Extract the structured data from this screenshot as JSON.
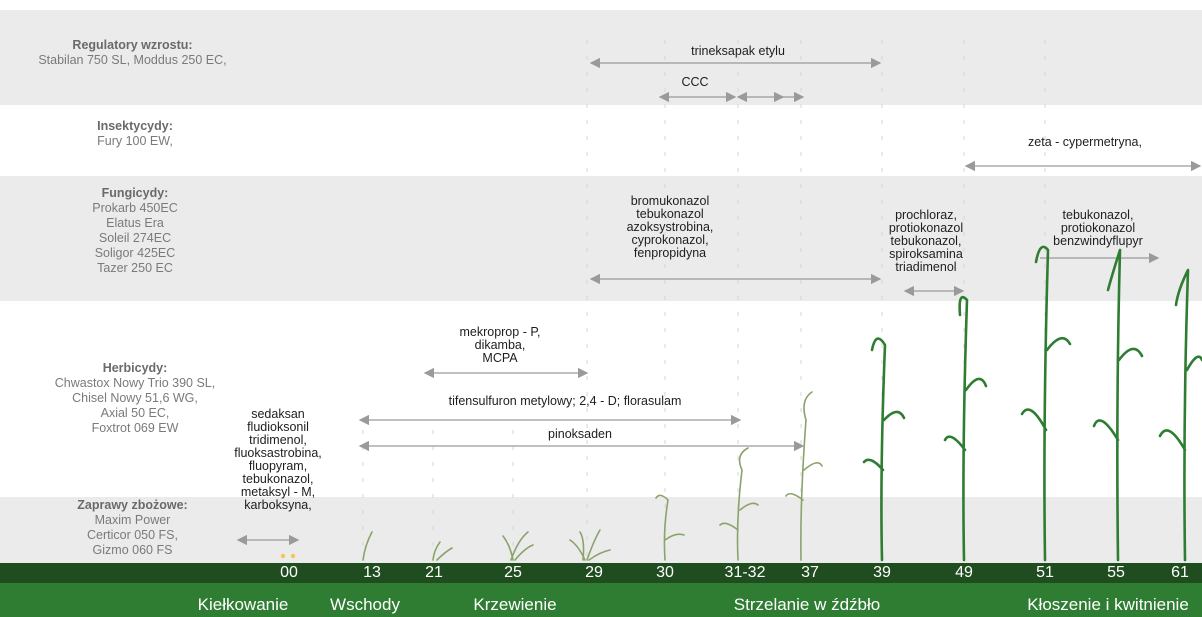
{
  "rows": {
    "growth_regulators": {
      "title": "Regulatory wzrostu:",
      "products": [
        "Stabilan 750 SL, Moddus 250 EC,"
      ]
    },
    "insecticides": {
      "title": "Insektycydy:",
      "products": [
        "Fury 100 EW,"
      ]
    },
    "fungicides": {
      "title": "Fungicydy:",
      "products": [
        "Prokarb 450EC",
        "Elatus Era",
        "Soleil 274EC",
        "Soligor 425EC",
        "Tazer 250 EC"
      ]
    },
    "herbicides": {
      "title": "Herbicydy:",
      "products": [
        "Chwastox Nowy Trio 390 SL,",
        "Chisel Nowy 51,6 WG,",
        "Axial 50 EC,",
        "Foxtrot 069 EW"
      ]
    },
    "seed_treatments": {
      "title": "Zaprawy zbożowe:",
      "products": [
        "Maxim Power",
        "Certicor 050 FS,",
        "Gizmo 060 FS"
      ]
    }
  },
  "notes": {
    "trineksapak": "trineksapak etylu",
    "ccc": "CCC",
    "zeta": "zeta - cypermetryna,",
    "fung1": [
      "bromukonazol",
      "tebukonazol",
      "azoksystrobina,",
      "cyprokonazol,",
      "fenpropidyna"
    ],
    "fung2": [
      "prochloraz,",
      "protiokonazol",
      "tebukonazol,",
      "spiroksamina",
      "triadimenol"
    ],
    "fung3": [
      "tebukonazol,",
      "protiokonazol",
      "benzwindyflupyr"
    ],
    "herb1": [
      "mekroprop - P,",
      "dikamba,",
      "MCPA"
    ],
    "tifensulfuron": "tifensulfuron metylowy; 2,4 - D; florasulam",
    "pinoksaden": "pinoksaden",
    "seed_ai": [
      "sedaksan",
      "fludioksonil",
      "tridimenol,",
      "fluoksastrobina,",
      "fluopyram,",
      "tebukonazol,",
      "metaksyl - M,",
      "karboksyna,"
    ]
  },
  "stages": {
    "codes": [
      "00",
      "13",
      "21",
      "25",
      "29",
      "30",
      "31-32",
      "37",
      "39",
      "49",
      "51",
      "55",
      "61"
    ],
    "phases": [
      "Kiełkowanie",
      "Wschody",
      "Krzewienie",
      "Strzelanie w źdźbło",
      "Kłoszenie i kwitnienie"
    ]
  },
  "colors": {
    "band_gray": "#ebebeb",
    "stage_dark": "#1f4d1f",
    "stage_green": "#2e7d32",
    "plant": "#2e7d32"
  }
}
